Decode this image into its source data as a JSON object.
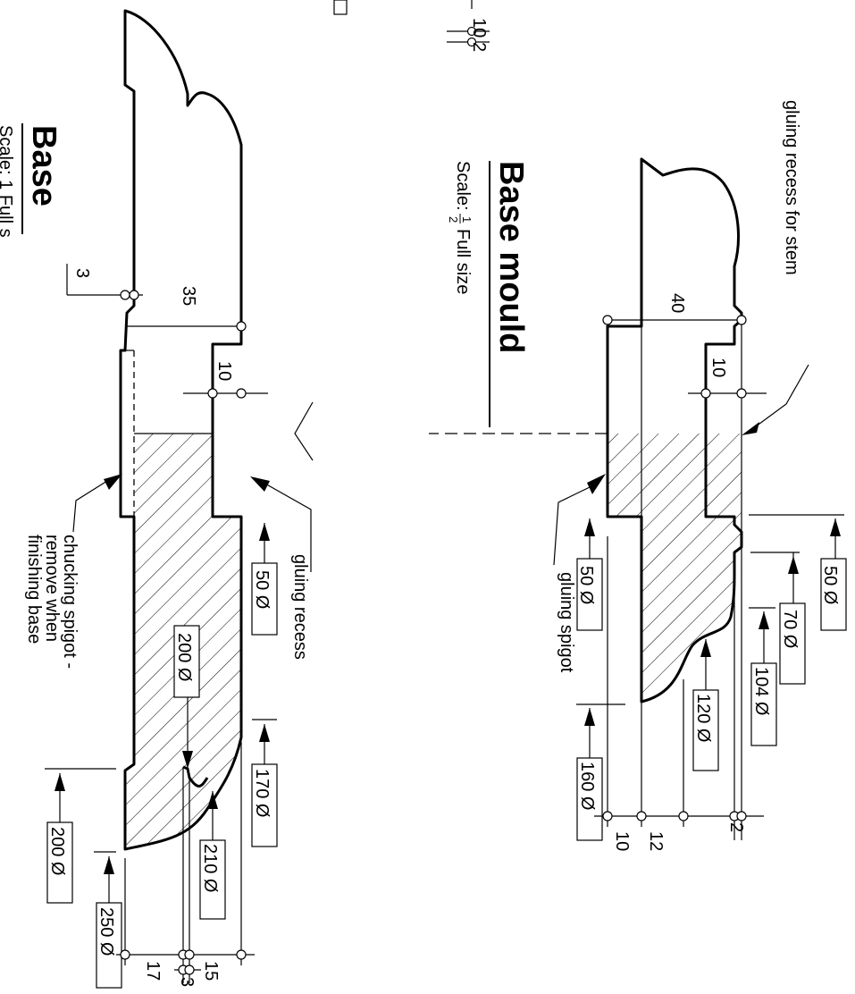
{
  "colors": {
    "ink": "#000000",
    "paper": "#ffffff"
  },
  "base_mould": {
    "title": "Base mould",
    "scale_label": "Scale:",
    "scale_num": "1",
    "scale_den": "2",
    "scale_suffix": "Full size",
    "notes": {
      "gluing_recess_stem": "gluing recess for stem",
      "gluing_spigot": "gluing spigot"
    },
    "dims": {
      "d40": "40",
      "d10": "10",
      "dia50_top": "50 Ø",
      "dia70": "70 Ø",
      "dia104": "104 Ø",
      "dia120": "120 Ø",
      "dia50_spigot": "50 Ø",
      "dia160": "160 Ø",
      "d10_bottom": "10",
      "d12": "12",
      "d2": "2"
    }
  },
  "base": {
    "title": "Base",
    "scale_text": "Scale: 1 Full s",
    "notes": {
      "gluing_recess": "gluing recess",
      "chucking_1": "chucking spigot -",
      "chucking_2": "remove when",
      "chucking_3": "finishing base"
    },
    "dims": {
      "d3_top": "3",
      "d35": "35",
      "d10": "10",
      "dia50": "50 Ø",
      "dia200_inner": "200 Ø",
      "dia170": "170 Ø",
      "dia210": "210 Ø",
      "dia200_outer": "200 Ø",
      "dia250": "250 Ø",
      "d17": "17",
      "d15": "15",
      "d3_bottom": "3"
    }
  },
  "top_fragment": {
    "d10": "10",
    "d2": "2"
  }
}
